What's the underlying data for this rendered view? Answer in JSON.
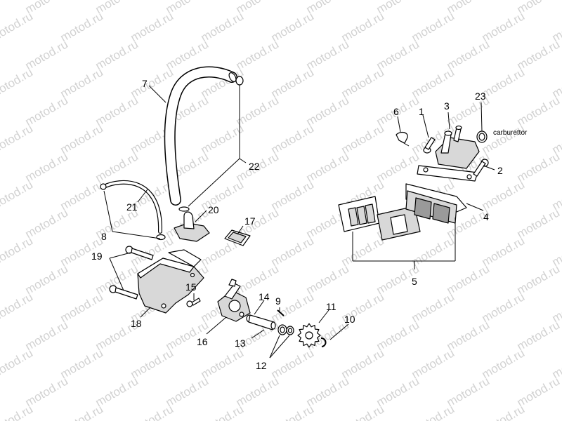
{
  "watermark": "motod.ru",
  "callouts": {
    "c1": "1",
    "c2": "2",
    "c3": "3",
    "c4": "4",
    "c5": "5",
    "c6": "6",
    "c7": "7",
    "c8": "8",
    "c9": "9",
    "c10": "10",
    "c11": "11",
    "c12": "12",
    "c13": "13",
    "c14": "14",
    "c15": "15",
    "c16": "16",
    "c17": "17",
    "c18": "18",
    "c19": "19",
    "c20": "20",
    "c21": "21",
    "c22": "22",
    "c23": "23"
  },
  "annotations": {
    "carburettor": "carburettor"
  }
}
